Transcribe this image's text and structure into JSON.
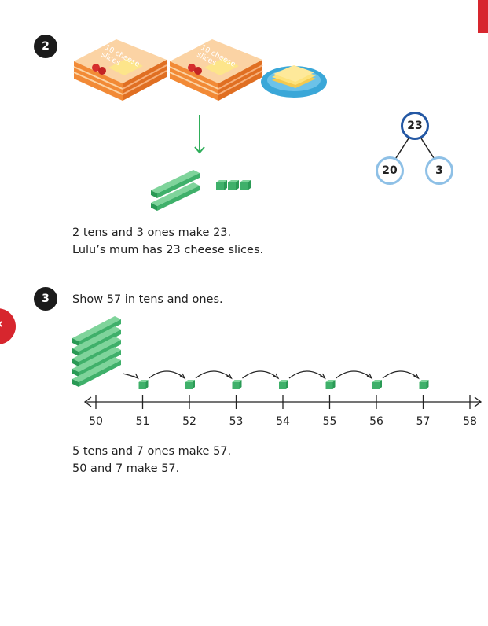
{
  "question2": {
    "number": "2",
    "box_label_1": "10 cheese slices",
    "box_label_2": "10 cheese slices",
    "part_whole": {
      "whole": "23",
      "parts": [
        "20",
        "3"
      ]
    },
    "line1": "2 tens and 3 ones make 23.",
    "line2": "Lulu’s mum has 23 cheese slices."
  },
  "question3": {
    "number": "3",
    "instruction": "Show 57 in tens and ones.",
    "number_line": {
      "start": 50,
      "end": 58,
      "labels": [
        "50",
        "51",
        "52",
        "53",
        "54",
        "55",
        "56",
        "57",
        "58"
      ]
    },
    "line1": "5 tens and 7 ones make 57.",
    "line2": "50 and 7 make 57."
  },
  "colors": {
    "accent_red": "#d7262e",
    "box_orange": "#f28a36",
    "cube_green": "#3fb06a",
    "arrow_green": "#2fae5a",
    "circle_dark_blue": "#2458a4",
    "circle_light_blue": "#8ec0e6"
  }
}
